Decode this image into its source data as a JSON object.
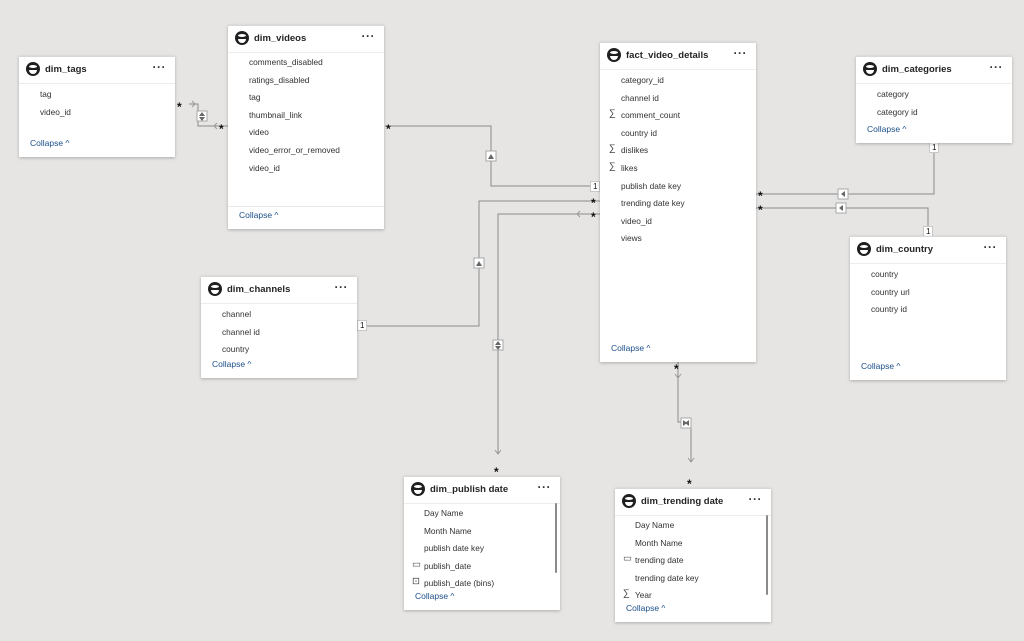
{
  "tables": [
    {
      "key": "dim_tags",
      "title": "dim_tags",
      "more": "···",
      "collapse": "Collapse ^",
      "fields": [
        {
          "name": "tag",
          "icon": ""
        },
        {
          "name": "video_id",
          "icon": ""
        }
      ]
    },
    {
      "key": "dim_videos",
      "title": "dim_videos",
      "more": "···",
      "collapse": "Collapse ^",
      "fields": [
        {
          "name": "comments_disabled",
          "icon": ""
        },
        {
          "name": "ratings_disabled",
          "icon": ""
        },
        {
          "name": "tag",
          "icon": ""
        },
        {
          "name": "thumbnail_link",
          "icon": ""
        },
        {
          "name": "video",
          "icon": ""
        },
        {
          "name": "video_error_or_removed",
          "icon": ""
        },
        {
          "name": "video_id",
          "icon": ""
        }
      ]
    },
    {
      "key": "fact_video_details",
      "title": "fact_video_details",
      "more": "···",
      "collapse": "Collapse ^",
      "fields": [
        {
          "name": "category_id",
          "icon": ""
        },
        {
          "name": "channel id",
          "icon": ""
        },
        {
          "name": "comment_count",
          "icon": "∑"
        },
        {
          "name": "country id",
          "icon": ""
        },
        {
          "name": "dislikes",
          "icon": "∑"
        },
        {
          "name": "likes",
          "icon": "∑"
        },
        {
          "name": "publish date key",
          "icon": ""
        },
        {
          "name": "trending date key",
          "icon": ""
        },
        {
          "name": "video_id",
          "icon": ""
        },
        {
          "name": "views",
          "icon": ""
        }
      ]
    },
    {
      "key": "dim_categories",
      "title": "dim_categories",
      "more": "···",
      "collapse": "Collapse ^",
      "fields": [
        {
          "name": "category",
          "icon": ""
        },
        {
          "name": "category id",
          "icon": ""
        }
      ]
    },
    {
      "key": "dim_country",
      "title": "dim_country",
      "more": "···",
      "collapse": "Collapse ^",
      "fields": [
        {
          "name": "country",
          "icon": ""
        },
        {
          "name": "country url",
          "icon": ""
        },
        {
          "name": "country id",
          "icon": ""
        }
      ]
    },
    {
      "key": "dim_channels",
      "title": "dim_channels",
      "more": "···",
      "collapse": "Collapse ^",
      "fields": [
        {
          "name": "channel",
          "icon": ""
        },
        {
          "name": "channel id",
          "icon": ""
        },
        {
          "name": "country",
          "icon": ""
        }
      ]
    },
    {
      "key": "dim_publish_date",
      "title": "dim_publish date",
      "more": "···",
      "collapse": "Collapse ^",
      "fields": [
        {
          "name": "Day Name",
          "icon": ""
        },
        {
          "name": "Month Name",
          "icon": ""
        },
        {
          "name": "publish date key",
          "icon": ""
        },
        {
          "name": "publish_date",
          "icon": "▭"
        },
        {
          "name": "publish_date (bins)",
          "icon": "⊡"
        }
      ]
    },
    {
      "key": "dim_trending_date",
      "title": "dim_trending date",
      "more": "···",
      "collapse": "Collapse ^",
      "fields": [
        {
          "name": "Day Name",
          "icon": ""
        },
        {
          "name": "Month Name",
          "icon": ""
        },
        {
          "name": "trending date",
          "icon": "▭"
        },
        {
          "name": "trending date key",
          "icon": ""
        },
        {
          "name": "Year",
          "icon": "∑"
        }
      ]
    }
  ],
  "cardinality": {
    "many": "*",
    "one": "1"
  },
  "colors": {
    "canvas": "#e6e5e3",
    "card": "#ffffff",
    "line": "#8c8c8c",
    "collapse_link": "#1b4f8a"
  }
}
